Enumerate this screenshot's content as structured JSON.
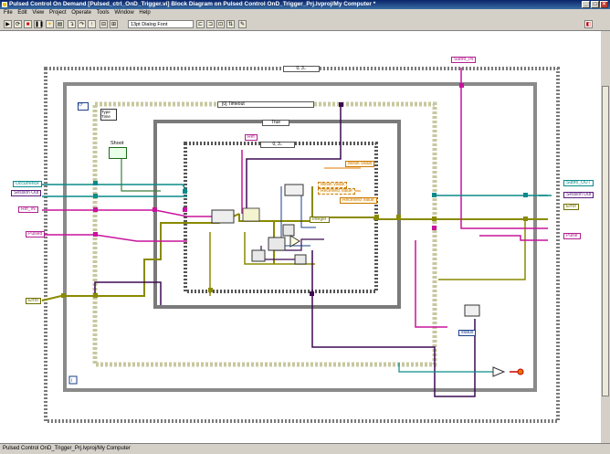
{
  "window": {
    "title": "Pulsed Control On Demand [Pulsed_ctrl_OnD_Trigger.vi] Block Diagram on Pulsed Control OnD_Trigger_Prj.lvproj/My Computer *",
    "minimize": "_",
    "maximize": "□",
    "close": "×"
  },
  "menu": [
    "File",
    "Edit",
    "View",
    "Project",
    "Operate",
    "Tools",
    "Window",
    "Help"
  ],
  "toolbar": {
    "font": "13pt Dialog Font"
  },
  "status_bar": "Pulsed Control OnD_Trigger_Prj.lvproj/My Computer",
  "diagram": {
    "outer_case": "0, 3..",
    "event_case": "[0] Timeout",
    "true_case": "True",
    "inner_case": "0, 3..",
    "event_data": [
      "Type",
      "Time"
    ],
    "controls": {
      "occurrence": "Occurrence",
      "session_out": "Session Out",
      "ref_in": "Ref_IN",
      "pulsed": "Pulsed",
      "error": "Error",
      "subro_in": "Subro_IN",
      "subro_out": "Subro_OUT",
      "session_out_r": "Session Out",
      "error_r": "Error",
      "pulse_r": "Pulse",
      "shoot": "Shoot",
      "ref": "Ref",
      "mean_value": "Mean Value",
      "mean_value_sub": "Mean Value",
      "received_value_sub": "Received Value",
      "received_value": "Received Value",
      "integer": "Integer",
      "status": "status"
    },
    "loop_index": "i"
  },
  "colors": {
    "olive": "#8a8a00",
    "pink": "#c8139c",
    "purple": "#3b0a52",
    "teal": "#0b8a8a",
    "orange": "#e07a00",
    "frame": "#7a7a7a"
  }
}
